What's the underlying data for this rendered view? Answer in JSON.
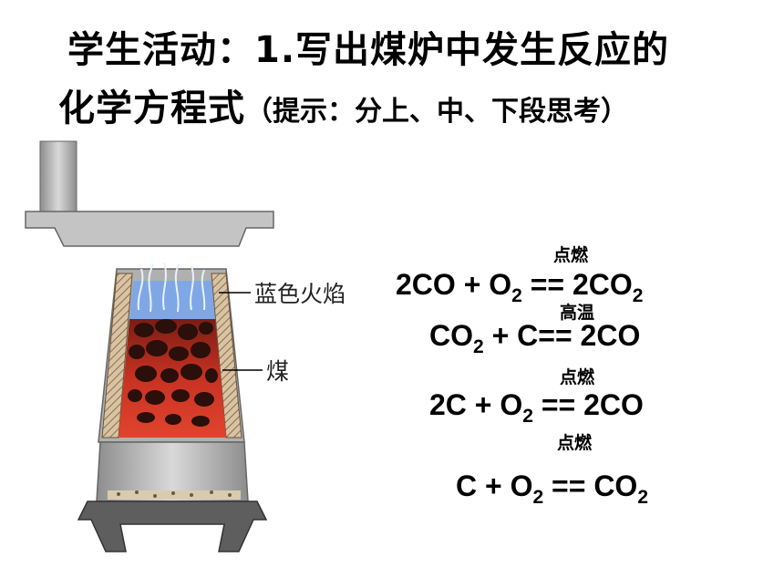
{
  "title": {
    "line1": "学生活动：1.写出煤炉中发生反应的",
    "line2_main": "化学方程式",
    "line2_hint": "（提示：分上、中、下段思考）"
  },
  "diagram": {
    "label_flame": "蓝色火焰",
    "label_coal": "煤"
  },
  "equations": [
    {
      "condition": "点燃",
      "lhs_a": "2CO + O",
      "lhs_sub": "2",
      "op": " == ",
      "rhs": "2CO",
      "rhs_sub": "2"
    },
    {
      "condition": "高温",
      "lhs_a": "CO",
      "lhs_sub": "2",
      "lhs_b": " + C",
      "op": "==",
      "rhs": " 2CO"
    },
    {
      "condition": "点燃",
      "lhs_a": "2C + O",
      "lhs_sub": "2",
      "op": " == ",
      "rhs": "2CO"
    },
    {
      "condition": "点燃",
      "lhs_a": "C + O",
      "lhs_sub": "2",
      "op": " == ",
      "rhs": "CO",
      "rhs_sub": "2"
    }
  ],
  "colors": {
    "flame": "#7fa7e6",
    "coal_glow": "#d23a2a",
    "coal_dark": "#2a0f0a",
    "metal": "#b9b9b9",
    "brick": "#c9b08f"
  }
}
